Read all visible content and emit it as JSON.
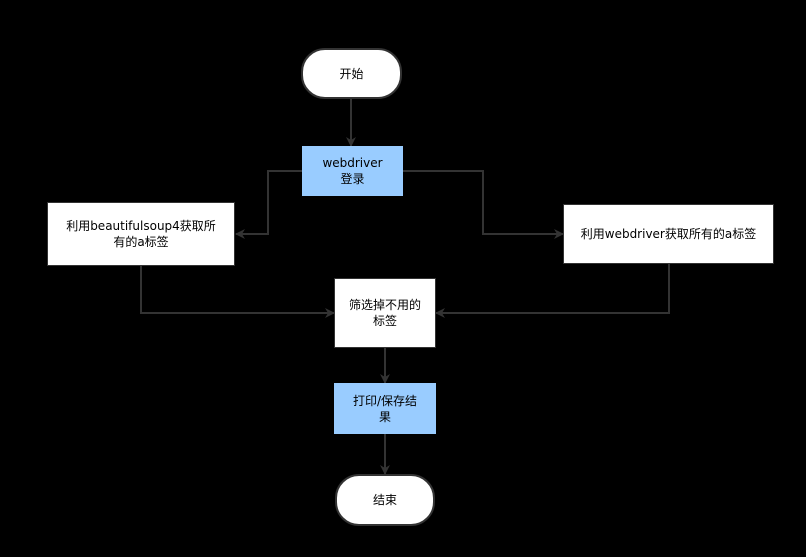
{
  "diagram": {
    "nodes": [
      {
        "id": "start",
        "label": "开始",
        "shape": "terminal"
      },
      {
        "id": "login",
        "label": "webdriver\n登录",
        "shape": "highlight"
      },
      {
        "id": "bs4",
        "label": "利用beautifulsoup4获取所\n有的a标签",
        "shape": "process"
      },
      {
        "id": "wd",
        "label": "利用webdriver获取所有的a标签",
        "shape": "process"
      },
      {
        "id": "filter",
        "label": "筛选掉不用的\n标签",
        "shape": "process"
      },
      {
        "id": "print",
        "label": "打印/保存结\n果",
        "shape": "highlight"
      },
      {
        "id": "end",
        "label": "结束",
        "shape": "terminal"
      }
    ],
    "edges": [
      {
        "from": "start",
        "to": "login"
      },
      {
        "from": "login",
        "to": "bs4"
      },
      {
        "from": "login",
        "to": "wd"
      },
      {
        "from": "bs4",
        "to": "filter"
      },
      {
        "from": "wd",
        "to": "filter"
      },
      {
        "from": "filter",
        "to": "print"
      },
      {
        "from": "print",
        "to": "end"
      }
    ],
    "colors": {
      "background": "#000000",
      "terminal_fill": "#ffffff",
      "process_fill": "#ffffff",
      "highlight_fill": "#99ccff",
      "stroke": "#333333"
    }
  }
}
